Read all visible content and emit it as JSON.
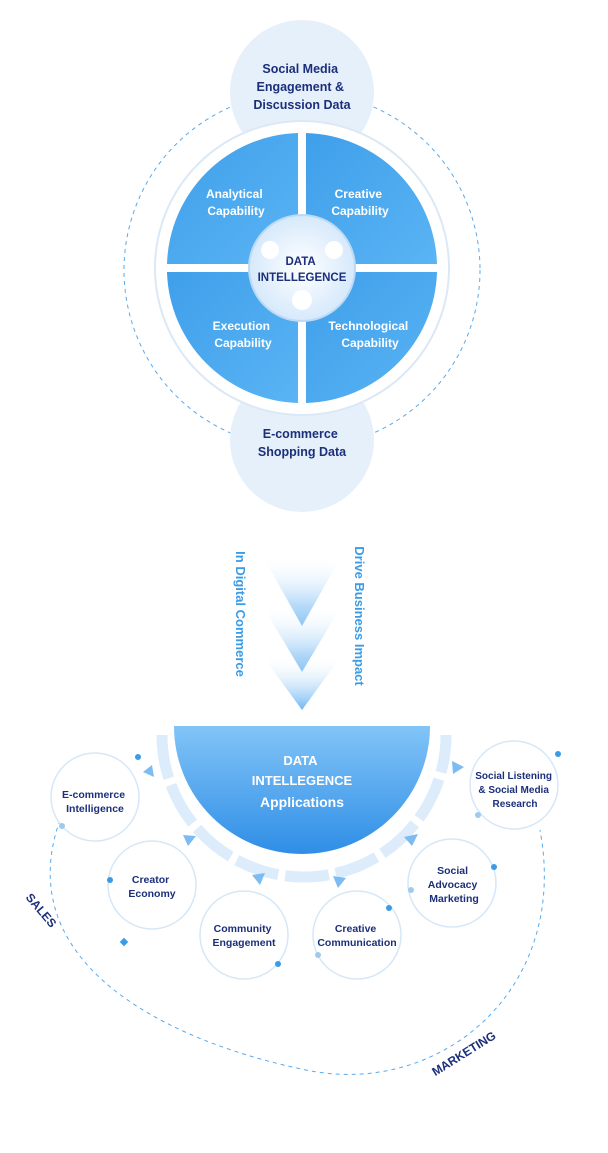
{
  "top": {
    "social_data": [
      "Social Media",
      "Engagement &",
      "Discussion Data"
    ],
    "ecommerce_data": [
      "E-commerce",
      "Shopping Data"
    ],
    "quadrants": {
      "analytical": [
        "Analytical",
        "Capability"
      ],
      "creative": [
        "Creative",
        "Capability"
      ],
      "execution": [
        "Execution",
        "Capability"
      ],
      "technological": [
        "Technological",
        "Capability"
      ]
    },
    "core": [
      "DATA",
      "INTELLEGENCE"
    ]
  },
  "middle": {
    "left_label": "In Digital Commerce",
    "right_label": "Drive Business Impact"
  },
  "bottom": {
    "hub": [
      "DATA",
      "INTELLEGENCE",
      "Applications"
    ],
    "apps": {
      "ecommerce_intelligence": [
        "E-commerce",
        "Intelligence"
      ],
      "creator_economy": [
        "Creator",
        "Economy"
      ],
      "community_engagement": [
        "Community",
        "Engagement"
      ],
      "creative_communication": [
        "Creative",
        "Communication"
      ],
      "social_advocacy": [
        "Social",
        "Advocacy",
        "Marketing"
      ],
      "social_listening": [
        "Social Listening",
        "& Social Media",
        "Research"
      ]
    },
    "sales_label": "SALES",
    "marketing_label": "MARKETING"
  },
  "colors": {
    "accent": "#3a9be6",
    "dark_text": "#1b2f7a",
    "soft_bg": "#e6f0fb"
  }
}
